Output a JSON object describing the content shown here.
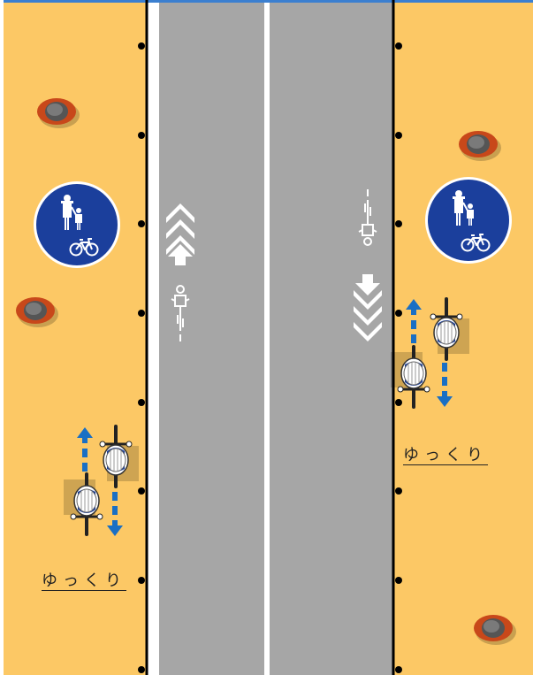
{
  "labels": {
    "left_caption": "ゆっくり",
    "right_caption": "ゆっくり"
  },
  "colors": {
    "sidewalk": "#fcc865",
    "road": "#a6a6a6",
    "lane_line": "#ffffff",
    "curb_line": "#000000",
    "sign_blue": "#1b3f9c",
    "arrow_blue": "#1a6fc4",
    "cone_orange": "#c8481a",
    "top_border": "#3b7fd0"
  },
  "icons": {
    "road_sign": "pedestrian-bicycle-shared-path-sign",
    "cyclist": "cyclist-top-view",
    "lane_marking": "bicycle-lane-marking",
    "chevrons": "chevron-direction-arrows",
    "obstacle": "bollard-obstacle"
  }
}
